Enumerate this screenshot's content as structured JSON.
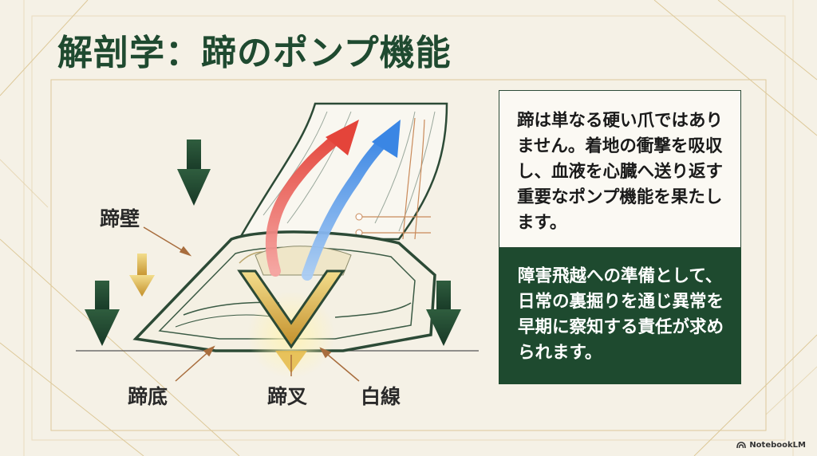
{
  "title": "解剖学：蹄のポンプ機能",
  "labels": {
    "hoof_wall": "蹄壁",
    "sole": "蹄底",
    "frog": "蹄叉",
    "white_line": "白線"
  },
  "panel_top_text": "蹄は単なる硬い爪ではありません。着地の衝撃を吸収し、血液を心臓へ送り返す重要なポンプ機能を果たします。",
  "panel_bottom_text": "障害飛越への準備として、日常の裏掘りを通じ異常を早期に察知する責任が求められます。",
  "brand": "NotebookLM",
  "icons": [
    "down-arrow-icon",
    "notebooklm-logo-icon"
  ],
  "colors": {
    "primary_green": "#1e4a2f",
    "gold": "#d4a73a",
    "blood_red": "#e4443a",
    "blood_blue": "#3a86e4",
    "background": "#f5f1e6"
  }
}
